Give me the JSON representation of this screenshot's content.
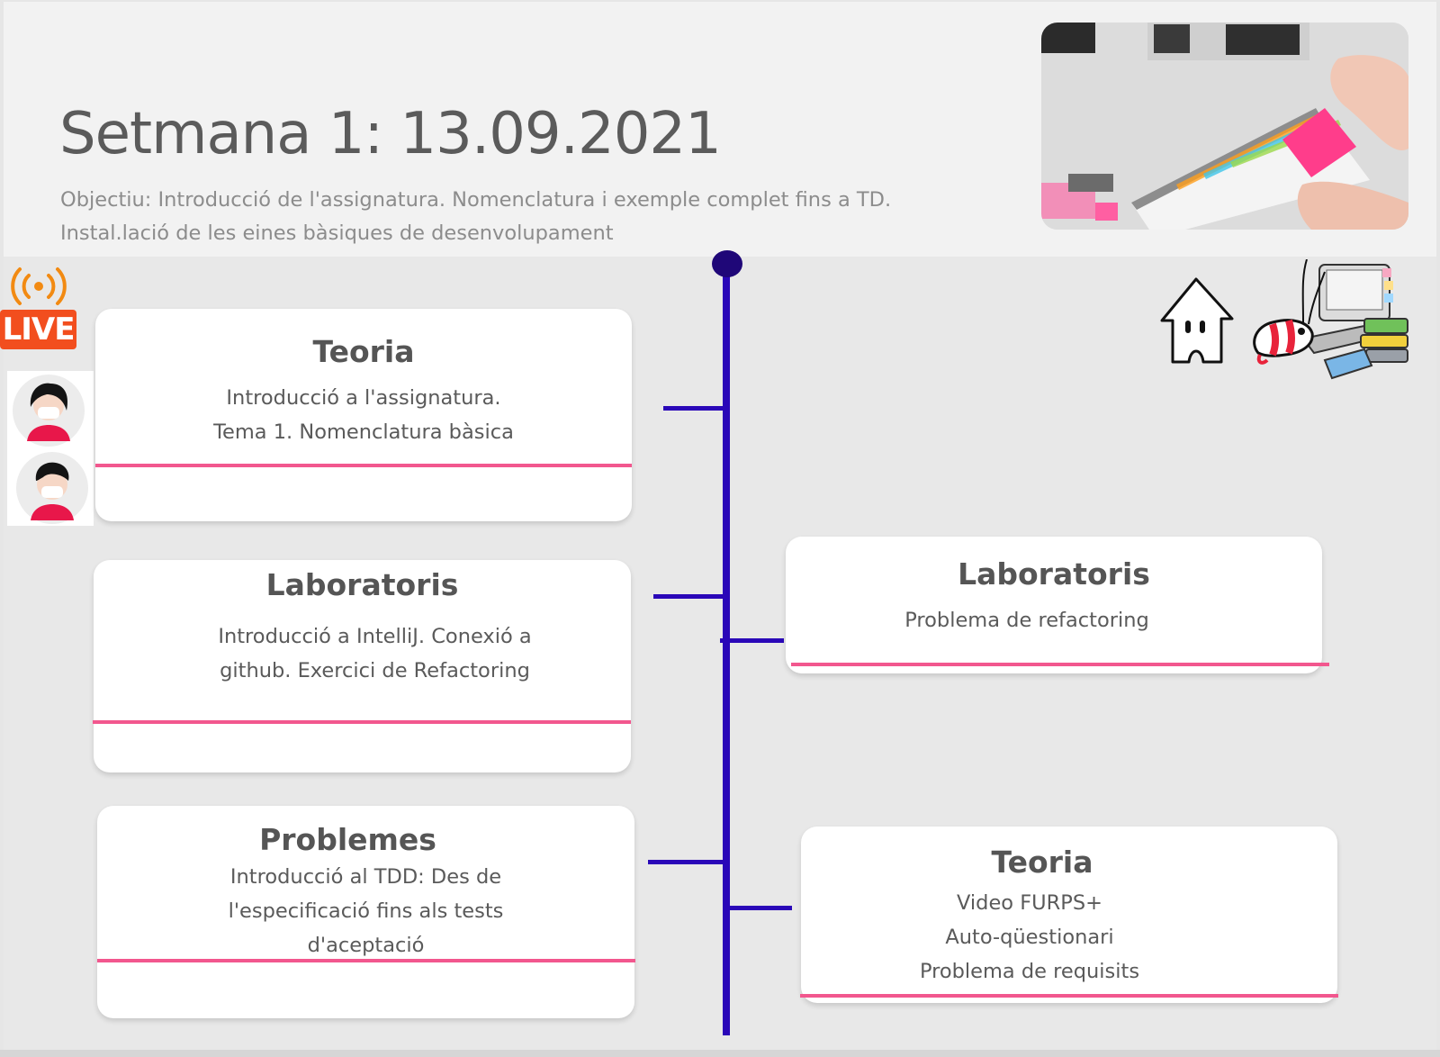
{
  "header": {
    "title": "Setmana 1: 13.09.2021",
    "objective_line1": "Objectiu: Introducció de l'assignatura. Nomenclatura i exemple complet fins a TD.",
    "objective_line2": "Instal.lació de les eines bàsiques de desenvolupament"
  },
  "live": {
    "label": "LIVE"
  },
  "colors": {
    "timeline": "#2a07b8",
    "accent_rule": "#f2578e",
    "live_orange": "#f24e1e",
    "avatar_red": "#e8174a"
  },
  "icons": [
    "broadcast-icon",
    "house-mascot-icon",
    "shrimp-at-computer-icon",
    "female-avatar-icon",
    "male-avatar-icon",
    "desk-photo"
  ],
  "cards": [
    {
      "title": "Teoria",
      "lines": [
        "Introducció a l'assignatura.",
        "Tema 1. Nomenclatura bàsica"
      ]
    },
    {
      "title": "Laboratoris",
      "lines": [
        "Introducció a IntelliJ. Conexió a",
        "github. Exercici de Refactoring"
      ]
    },
    {
      "title": "Problemes",
      "lines": [
        "Introducció al TDD: Des de",
        "l'especificació fins als tests",
        "d'aceptació"
      ]
    },
    {
      "title": "Laboratoris",
      "lines": [
        "Problema de refactoring"
      ]
    },
    {
      "title": "Teoria",
      "lines": [
        "Video FURPS+",
        "Auto-qüestionari",
        "Problema de requisits"
      ]
    }
  ]
}
